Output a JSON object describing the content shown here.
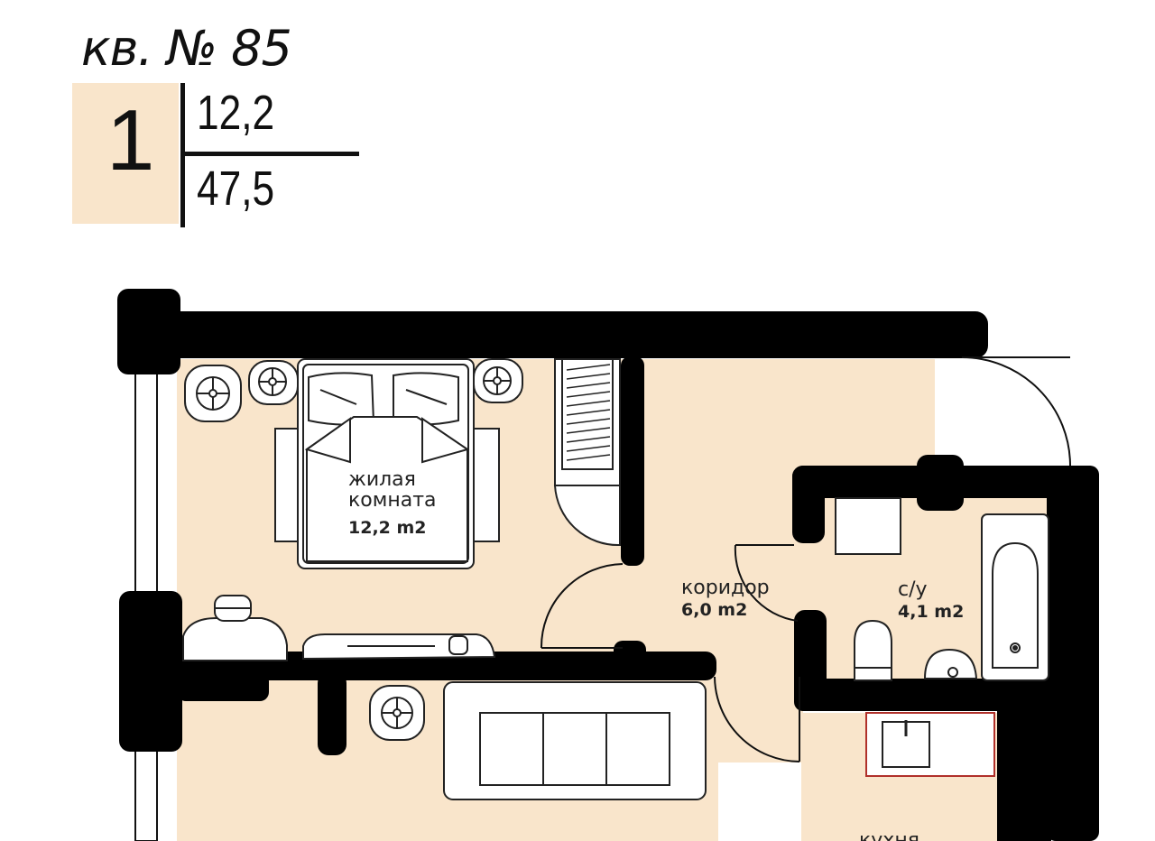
{
  "header": {
    "apartment_title": "кв. № 85",
    "rooms_count": "1",
    "living_area": "12,2",
    "total_area": "47,5"
  },
  "rooms": {
    "living": {
      "name_line1": "жилая",
      "name_line2": "комната",
      "area": "12,2 m2"
    },
    "corridor": {
      "name": "коридор",
      "area": "6,0 m2"
    },
    "bathroom": {
      "name": "с/у",
      "area": "4,1 m2"
    },
    "kitchen": {
      "name": "кухня"
    }
  },
  "colors": {
    "floor": "#f9e5cb",
    "wall": "#000000",
    "furniture_line": "#222222",
    "kitchen_counter_line": "#b0302a"
  }
}
